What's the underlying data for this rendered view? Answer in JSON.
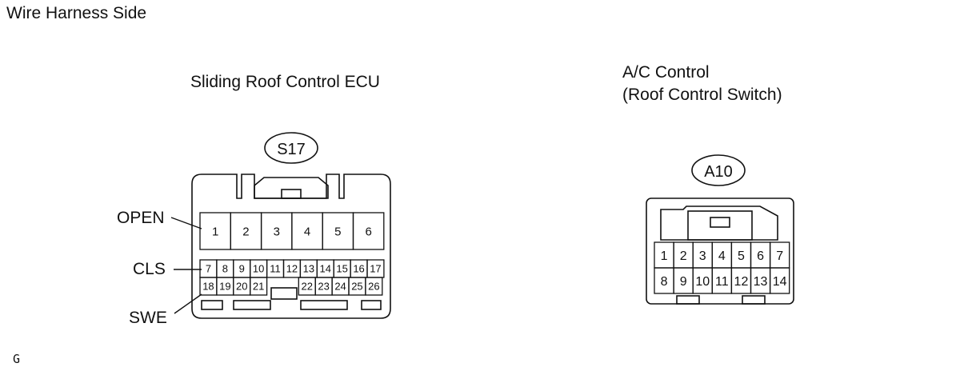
{
  "header": "Wire Harness Side",
  "footer": "G",
  "ecu": {
    "title": "Sliding Roof Control ECU",
    "connector_id": "S17",
    "pins_row1": [
      "1",
      "2",
      "3",
      "4",
      "5",
      "6"
    ],
    "pins_row2": [
      "7",
      "8",
      "9",
      "10",
      "11",
      "12",
      "13",
      "14",
      "15",
      "16",
      "17"
    ],
    "pins_row3_left": [
      "18",
      "19",
      "20",
      "21"
    ],
    "pins_row3_right": [
      "22",
      "23",
      "24",
      "25",
      "26"
    ],
    "callouts": {
      "open": "OPEN",
      "cls": "CLS",
      "swe": "SWE"
    }
  },
  "switch": {
    "title_line1": "A/C Control",
    "title_line2": "(Roof Control Switch)",
    "connector_id": "A10",
    "pins_row1": [
      "1",
      "2",
      "3",
      "4",
      "5",
      "6",
      "7"
    ],
    "pins_row2": [
      "8",
      "9",
      "10",
      "11",
      "12",
      "13",
      "14"
    ]
  }
}
